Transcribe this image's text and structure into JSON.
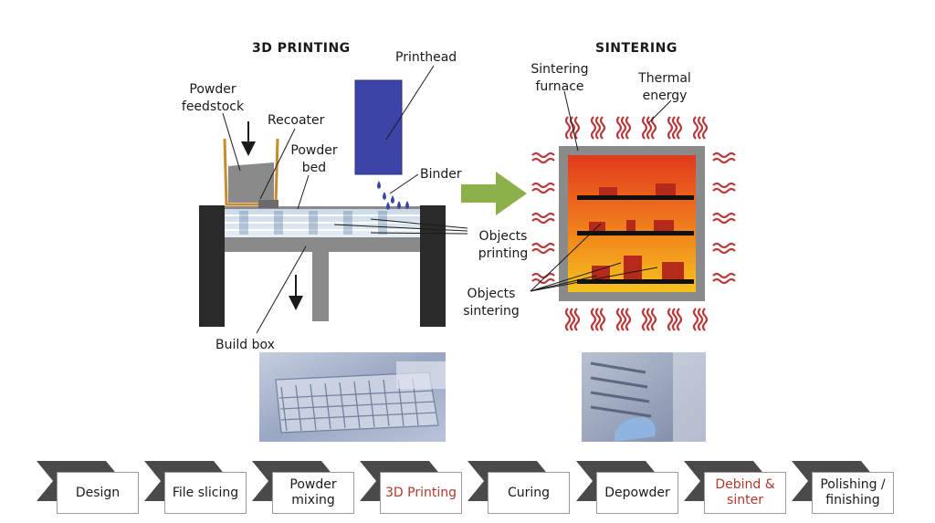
{
  "left_section": {
    "title": "3D PRINTING",
    "labels": {
      "printhead": "Printhead",
      "powder_feedstock_1": "Powder",
      "powder_feedstock_2": "feedstock",
      "recoater": "Recoater",
      "powder_bed_1": "Powder",
      "powder_bed_2": "bed",
      "binder": "Binder",
      "objects_printing_1": "Objects",
      "objects_printing_2": "printing",
      "build_box": "Build box"
    }
  },
  "right_section": {
    "title": "SINTERING",
    "labels": {
      "sintering_furnace_1": "Sintering",
      "sintering_furnace_2": "furnace",
      "thermal_energy_1": "Thermal",
      "thermal_energy_2": "energy",
      "objects_sintering_1": "Objects",
      "objects_sintering_2": "sintering"
    }
  },
  "process_steps": [
    {
      "line1": "Design",
      "line2": "",
      "highlight": false
    },
    {
      "line1": "File slicing",
      "line2": "",
      "highlight": false
    },
    {
      "line1": "Powder",
      "line2": "mixing",
      "highlight": false
    },
    {
      "line1": "3D Printing",
      "line2": "",
      "highlight": true
    },
    {
      "line1": "Curing",
      "line2": "",
      "highlight": false
    },
    {
      "line1": "Depowder",
      "line2": "",
      "highlight": false
    },
    {
      "line1": "Debind &",
      "line2": "sinter",
      "highlight": true
    },
    {
      "line1": "Polishing /",
      "line2": "finishing",
      "highlight": false
    }
  ],
  "colors": {
    "printhead": "#3c44a8",
    "arrow_green": "#8cb04a",
    "heat_wave": "#b83a3a",
    "highlight_text": "#b03a2e",
    "chevron": "#4a4a4a",
    "hopper": "#c98a2a"
  }
}
